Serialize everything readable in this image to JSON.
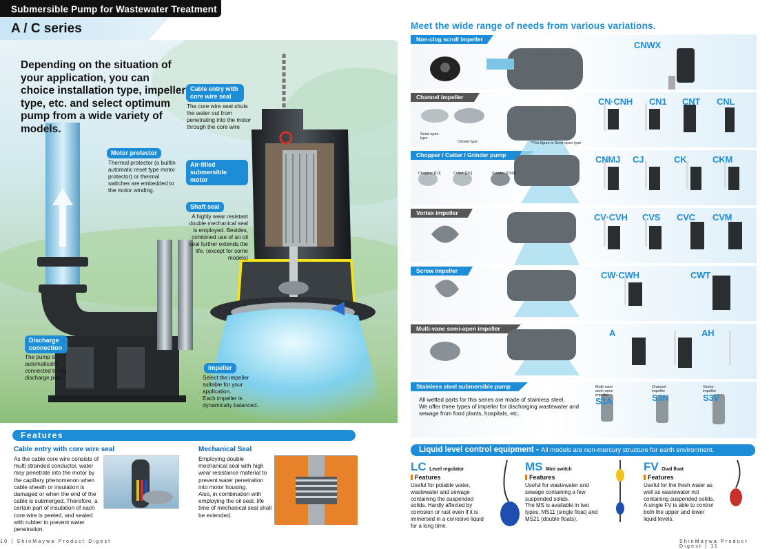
{
  "left": {
    "header_tab": "Submersible Pump for Wastewater Treatment",
    "series_title": "A / C series",
    "intro": "Depending on the situation of your application, you can choice installation type, impeller type, etc. and select optimum pump from a wide variety of models.",
    "callouts": [
      {
        "tag_lines": [
          "Cable entry with",
          "core wire seal"
        ],
        "text_lines": [
          "The core wire seal shuts",
          "the water out from",
          "penetrating into the motor",
          "through the core wire"
        ]
      },
      {
        "tag_lines": [
          "Motor protector"
        ],
        "text_lines": [
          "Thermal protector (a builtin",
          "automatic reset type motor",
          "protector) or thermal",
          "switches are embedded to",
          "the motor winding."
        ]
      },
      {
        "tag_lines": [
          "Air-filled",
          "submersible motor"
        ],
        "text_lines": []
      },
      {
        "tag_lines": [
          "Shaft seal"
        ],
        "text_lines": [
          "A highly wear resistant",
          "double mechanical seal",
          "is employed. Besides,",
          "combined use of an oil",
          "seal further extends the",
          "life. (except for some",
          "models)"
        ]
      },
      {
        "tag_lines": [
          "Discharge",
          "connection"
        ],
        "text_lines": [
          "The pump is",
          "automatically",
          "connected to the",
          "discharge pipe."
        ]
      },
      {
        "tag_lines": [
          "Impeller"
        ],
        "text_lines": [
          "Select the impeller",
          "suitable for your",
          "application.",
          "Each impeller is",
          "dynamically balanced."
        ]
      }
    ],
    "features_title": "Features",
    "features": [
      {
        "title": "Cable entry with core wire seal",
        "text_lines": [
          "As the cable core wire consists of",
          "multi stranded conductor, water",
          "may penetrate into the motor by",
          "the capillary phenomenon when",
          "cable sheath or insulation is",
          "damaged or when the end of the",
          "cable is submerged. Therefore, a",
          "certain part of insulation of each",
          "core wire is peeled, and sealed",
          "with rubber to prevent water",
          "penetration."
        ]
      },
      {
        "title": "Mechanical Seal",
        "text_lines": [
          "Employing double",
          "mechanical seal with high",
          "wear resistance material to",
          "prevent water penetration",
          "into motor housing.",
          "Also, in combination with",
          "employing the oil seal, life",
          "time of mechanical seal shall",
          "be extended."
        ]
      }
    ],
    "footer_page": "10",
    "footer_text": "ShinMaywa Product Digest"
  },
  "right": {
    "title": "Meet the wide range of needs from various variations.",
    "rows": [
      {
        "label": "Non-clog scroll impeller",
        "models": [
          "CNWX"
        ],
        "notes": []
      },
      {
        "label": "Channel impeller",
        "models": [
          "CN·CNH",
          "CN1",
          "CNT",
          "CNL"
        ],
        "notes": [
          "Semi-open type",
          "Closed type",
          "*This figure is Semi-open type"
        ]
      },
      {
        "label": "Chopper / Cutter / Grinder pump",
        "models": [
          "CNMJ",
          "CJ",
          "CK",
          "CKM"
        ],
        "notes": [
          "Chopper [CJ]",
          "Cutter [CK]",
          "Grinder [CKM]"
        ]
      },
      {
        "label": "Vortex impeller",
        "models": [
          "CV·CVH",
          "CVS",
          "CVC",
          "CVM"
        ],
        "notes": []
      },
      {
        "label": "Screw impeller",
        "models": [
          "CW·CWH",
          "CWT"
        ],
        "notes": []
      },
      {
        "label": "Multi-vane semi-open impeller",
        "models": [
          "A",
          "AH"
        ],
        "notes": []
      }
    ],
    "stainless": {
      "label": "Stainless steel submersible pump",
      "text_lines": [
        "All wetted parts for this series are made of stainless steel.",
        "We offer three types of impeller for discharging wastewater and",
        "sewage from food plants, hospitals, etc."
      ],
      "models": [
        {
          "code": "S3A",
          "type_lines": [
            "Multi-vane",
            "semi-open",
            "impeller"
          ]
        },
        {
          "code": "S3N",
          "type_lines": [
            "Channel",
            "impeller"
          ]
        },
        {
          "code": "S3V",
          "type_lines": [
            "Vortex",
            "impeller"
          ]
        }
      ]
    },
    "llc_title": "Liquid level control equipment -",
    "llc_subtitle": "All models are non-mercury structure for earth environment.",
    "llc": [
      {
        "code": "LC",
        "name": "Level regulator",
        "features": "Features",
        "text_lines": [
          "Useful for potable water,",
          "wastewater and sewage",
          "containing the suspended",
          "solids. Hardly affected by",
          "corrosion or rust even if it is",
          "immersed in a corrosive liquid",
          "for a long time."
        ]
      },
      {
        "code": "MS",
        "name": "Mini switch",
        "features": "Features",
        "text_lines": [
          "Useful for wastewater and",
          "sewage containing a few",
          "suspended solids.",
          "The MS is available in two",
          "types, MS11 (single float) and",
          "MS21 (double floats)."
        ]
      },
      {
        "code": "FV",
        "name": "Oval float",
        "features": "Features",
        "text_lines": [
          "Useful for the fresh water as",
          "well as wastewater not",
          "containing suspended solids.",
          "A single FV is able to control",
          "both the upper and lower",
          "liquid levels."
        ]
      }
    ],
    "footer_text": "ShinMaywa Product Digest",
    "footer_page": "11"
  }
}
